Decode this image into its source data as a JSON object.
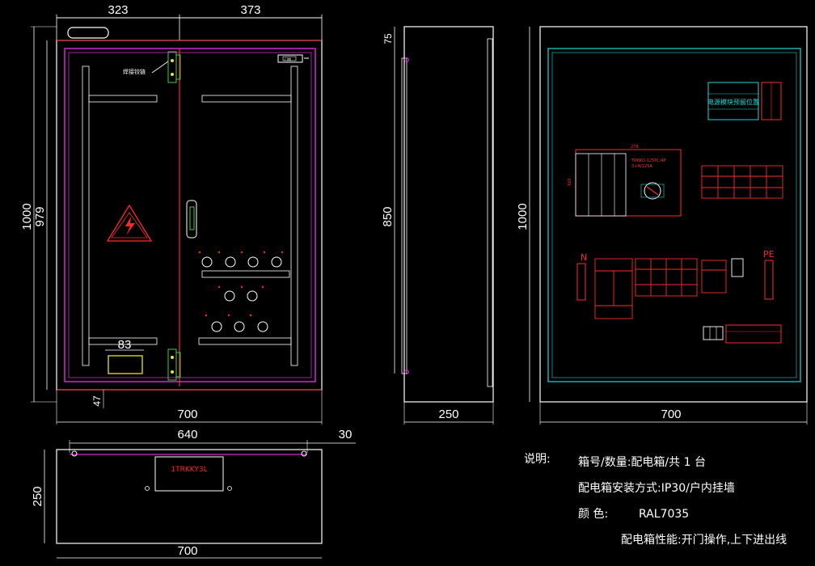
{
  "dimensions": {
    "front_top_left": "323",
    "front_top_right": "373",
    "front_height_outer": "1000",
    "front_height_inner": "979",
    "front_width": "700",
    "front_gap": "83",
    "front_bottom_offset": "47",
    "side_top": "75",
    "side_height": "850",
    "side_depth": "250",
    "interior_height": "1000",
    "interior_width": "700",
    "top_width": "640",
    "top_offset": "30",
    "top_depth": "250",
    "top_total_width": "700",
    "module_width": "278",
    "module_height": "165"
  },
  "labels": {
    "hinge_label": "焊接铰链",
    "lock_label": "门锁",
    "nameplate": "1TRKKY3L",
    "neutral_bar": "N",
    "earth_bar": "PE",
    "module_title": "电源模块预留位置",
    "breaker_model": "TRKKD-125PC/4P",
    "breaker_rating": "3+N/125A"
  },
  "notes": {
    "title": "说明:",
    "line1": "箱号/数量:配电箱/共 1 台",
    "line2": "配电箱安装方式:IP30/户内挂墙",
    "line3_label": "颜        色:",
    "line3_value": "RAL7035",
    "line4": "配电箱性能:开门操作,上下进出线"
  },
  "colors": {
    "background": "#000000",
    "line_white": "#ffffff",
    "line_red": "#ff2a2a",
    "line_magenta": "#d02ad0",
    "line_cyan": "#20d8d8",
    "line_yellow": "#e8e820",
    "line_green": "#40d040"
  }
}
